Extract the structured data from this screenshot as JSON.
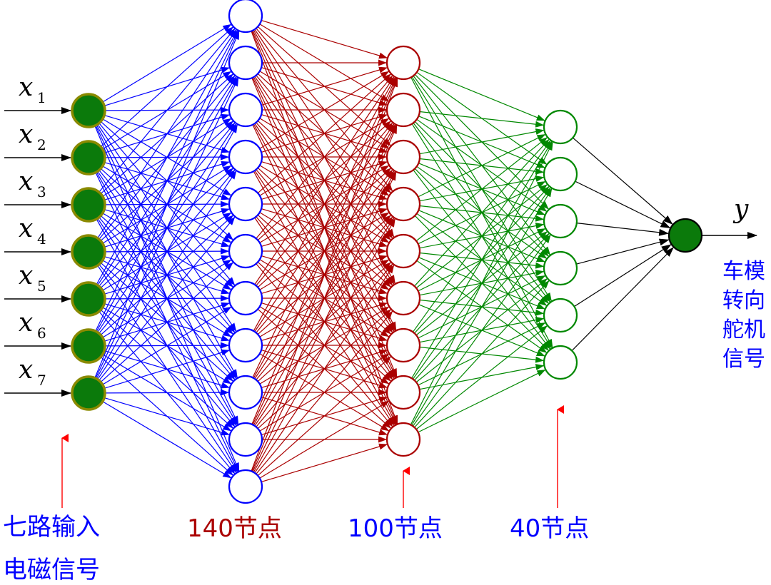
{
  "diagram": {
    "layers": [
      {
        "id": "input",
        "nodes": 7,
        "fill": "#0b7a0b",
        "stroke": "#8a8a00",
        "edge_color": "#0000ff"
      },
      {
        "id": "hidden1",
        "nodes": 11,
        "fill": "#ffffff",
        "stroke": "#0000ff",
        "edge_color": "#aa0000"
      },
      {
        "id": "hidden2",
        "nodes": 9,
        "fill": "#ffffff",
        "stroke": "#aa0000",
        "edge_color": "#008800"
      },
      {
        "id": "hidden3",
        "nodes": 6,
        "fill": "#ffffff",
        "stroke": "#008800",
        "edge_color": "#000000"
      },
      {
        "id": "output",
        "nodes": 1,
        "fill": "#0b7a0b",
        "stroke": "#000000"
      }
    ],
    "inputs": [
      {
        "var": "x",
        "sub": "1"
      },
      {
        "var": "x",
        "sub": "2"
      },
      {
        "var": "x",
        "sub": "3"
      },
      {
        "var": "x",
        "sub": "4"
      },
      {
        "var": "x",
        "sub": "5"
      },
      {
        "var": "x",
        "sub": "6"
      },
      {
        "var": "x",
        "sub": "7"
      }
    ],
    "output_var": "y",
    "labels": {
      "input_line1": "七路输入",
      "input_line2": "电磁信号",
      "layer1": "140节点",
      "layer2": "100节点",
      "layer3": "40节点",
      "output_line1": "车模",
      "output_line2": "转向",
      "output_line3": "舵机",
      "output_line4": "信号"
    },
    "colors": {
      "label_blue": "#0000ff",
      "label_red": "#aa0000",
      "marker_red": "#ff0000"
    }
  }
}
